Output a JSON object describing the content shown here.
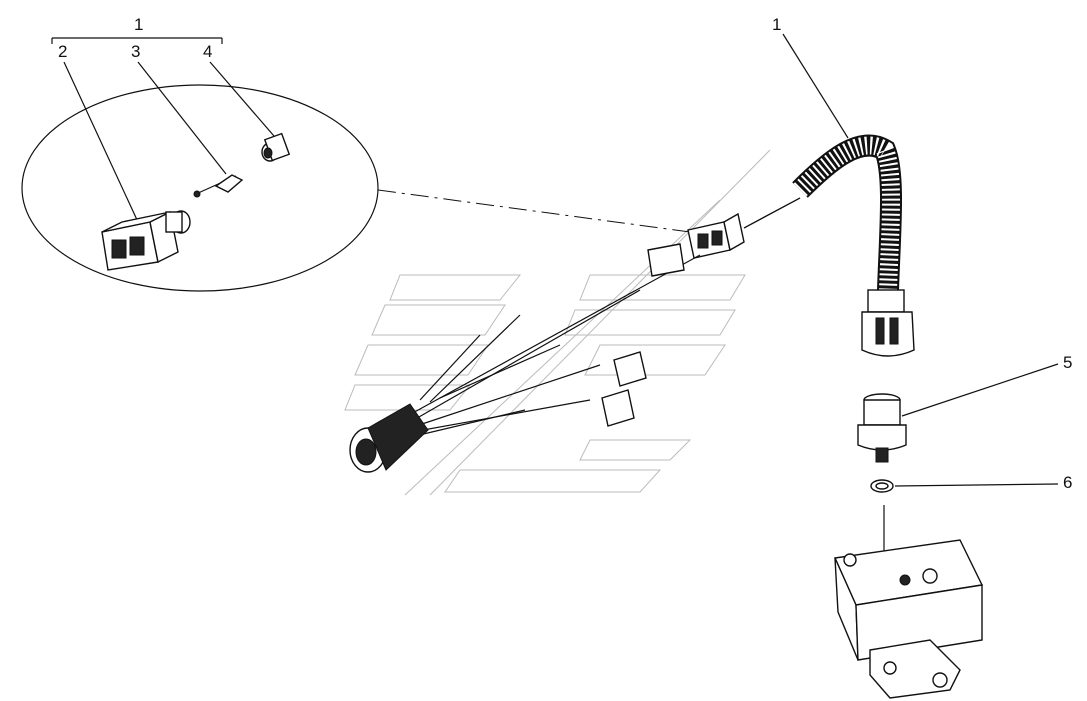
{
  "callouts": {
    "group_label": "1",
    "detail_2": "2",
    "detail_3": "3",
    "detail_4": "4",
    "harness_label": "1",
    "sensor_label": "5",
    "washer_label": "6"
  }
}
